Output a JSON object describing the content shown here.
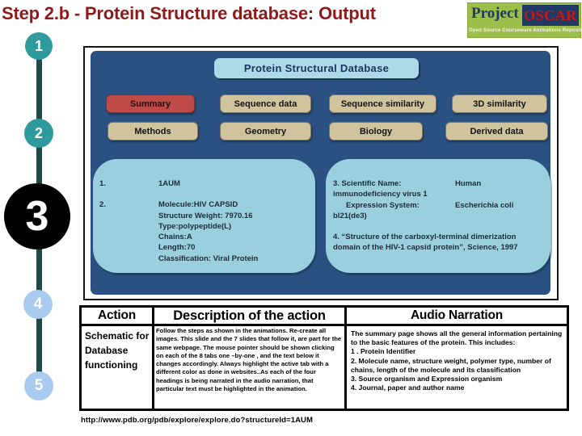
{
  "slide": {
    "title": "Step 2.b - Protein Structure database: Output"
  },
  "logo": {
    "project": "Project",
    "oscar": "OSCAR",
    "tagline": "Open Source Courseware Animations Repository"
  },
  "timeline": {
    "steps": [
      "1",
      "2",
      "3",
      "4",
      "5"
    ]
  },
  "panel": {
    "header": "Protein Structural Database",
    "tabs_row1": [
      {
        "label": "Summary",
        "active": true
      },
      {
        "label": "Sequence data",
        "active": false
      },
      {
        "label": "Sequence similarity",
        "active": false
      },
      {
        "label": "3D similarity",
        "active": false
      }
    ],
    "tabs_row2": [
      {
        "label": "Methods",
        "active": false
      },
      {
        "label": "Geometry",
        "active": false
      },
      {
        "label": "Biology",
        "active": false
      },
      {
        "label": "Derived data",
        "active": false
      }
    ]
  },
  "left_box": {
    "item1_num": "1.",
    "item1_text": "1AUM",
    "item2_num": "2.",
    "item2_lines": [
      "Molecule:HIV CAPSID",
      "Structure Weight: 7970.16",
      "Type:polypeptide(L)",
      "Chains:A",
      "Length:70",
      "Classification: Viral Protein"
    ]
  },
  "right_box": {
    "item3_label": "3.   Scientific Name:",
    "item3_value": "Human",
    "item3_cont": "immunodeficiency virus 1",
    "expr_label": "Expression System:",
    "expr_value": "Escherichia coli",
    "expr_cont": "bl21(de3)",
    "item4": "4. “Structure of the carboxyl-terminal dimerization domain of the HIV-1 capsid protein”,  Science,  1997"
  },
  "table": {
    "headers": [
      "Action",
      "Description of the action",
      "Audio Narration"
    ],
    "action": "Schematic for Database functioning",
    "description": "Follow the steps as shown in the animations. Re-create all images. This slide and the 7 slides that follow it, are part for the same webpage. The mouse pointer should be shown clicking on each of the 8 tabs one –by-one , and the text below it changes accordingly. Always highlight the active tab with a different color as done in websites..As each of the four headings is being narrated in the audio narration, that particular text must be highlighted in the animation.",
    "audio_lines": [
      "The summary page shows all the general information pertaining to the basic features of the protein. This includes:",
      "1 . Protein Identifier",
      "2. Molecule name, structure weight, polymer type, number of chains, length of the molecule and its classification",
      "3. Source organism and  Expression organism",
      "4. Journal, paper and author name"
    ]
  },
  "footer": {
    "url": "http://www.pdb.org/pdb/explore/explore.do?structureId=1AUM"
  },
  "colors": {
    "title_red": "#8E1A1A",
    "panel_blue": "#2A5181",
    "header_pill_blue": "#AED9E8",
    "tab_tan": "#CFC49D",
    "tab_active_red": "#BF4B48",
    "info_box_blue": "#9AD0DE",
    "circle_teal": "#2E9A9B",
    "circle_black": "#000000",
    "circle_light_blue": "#AACBF0",
    "timeline_line": "#1B4B4B",
    "logo_green": "#9CBE4B",
    "logo_navy": "#1F3864",
    "logo_red": "#CC1515"
  }
}
